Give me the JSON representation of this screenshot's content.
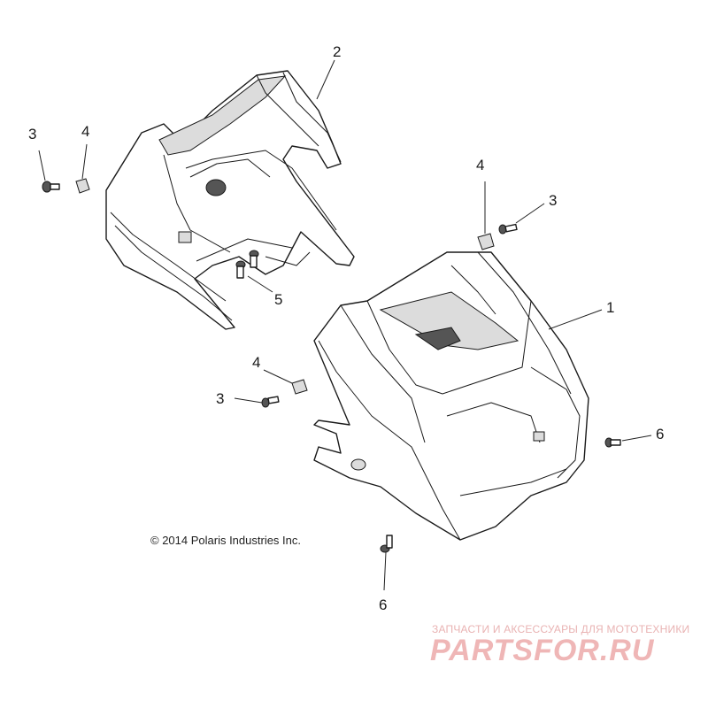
{
  "copyright": "© 2014 Polaris Industries Inc.",
  "watermark": {
    "tagline": "ЗАПЧАСТИ И АКСЕССУАРЫ ДЛЯ МОТОТЕХНИКИ",
    "logo": "PARTSFOR.RU"
  },
  "callouts": {
    "c1": "1",
    "c2": "2",
    "c3a": "3",
    "c3b": "3",
    "c3c": "3",
    "c4a": "4",
    "c4b": "4",
    "c4c": "4",
    "c5": "5",
    "c6a": "6",
    "c6b": "6"
  },
  "colors": {
    "line": "#1a1a1a",
    "watermark": "#efb6b6"
  }
}
